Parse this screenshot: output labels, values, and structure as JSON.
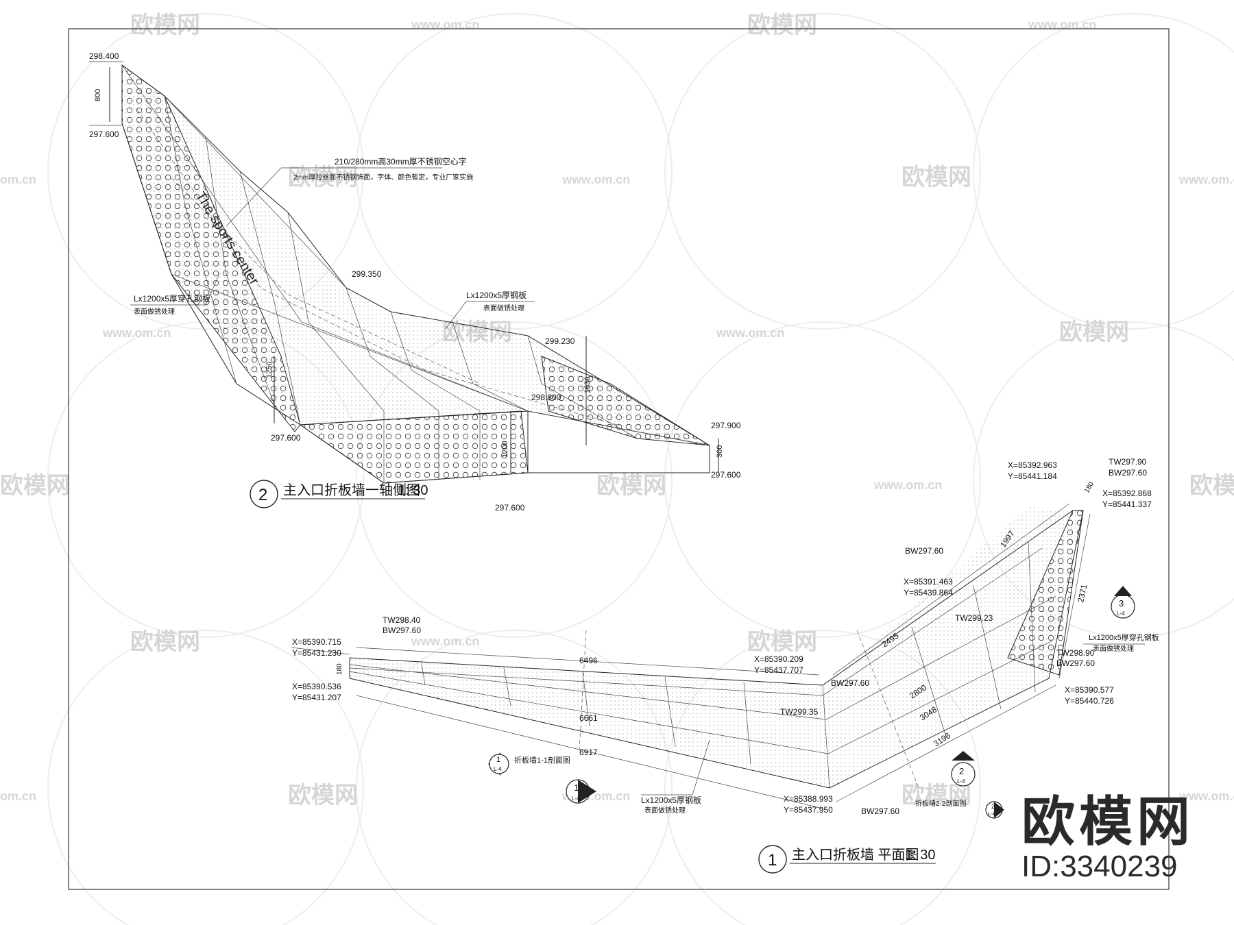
{
  "watermark": {
    "brand_text": "欧模网",
    "url_text": "www.om.cn",
    "url_fragment": "om.cn",
    "brand_fragment": "欧模网"
  },
  "brand_corner": {
    "name": "欧模网",
    "id": "ID:3340239"
  },
  "view_axonometric": {
    "number": "2",
    "title": "主入口折板墙一轴侧图",
    "scale": "1: 30",
    "elevations": {
      "top_left_top": "298.400",
      "top_left_bottom": "297.600",
      "mid_peak": "299.350",
      "right_peak": "299.230",
      "center_low": "298.800",
      "bottom_left": "297.600",
      "bottom_center": "297.600",
      "right_top": "297.900",
      "right_bottom": "297.600"
    },
    "dimensions": {
      "left_height": "800",
      "mid_height": "1250",
      "right_height": "1630",
      "center_height": "1200",
      "end_height": "300"
    },
    "notes": {
      "letters_1": "210/280mm高30mm厚不锈钢空心字",
      "letters_2": "2mm厚拉丝面不锈钢饰面，字体、颜色暂定，专业厂家实施",
      "panel_left_1": "Lx1200x5厚穿孔钢板",
      "panel_left_2": "表面做锈处理",
      "panel_right_1": "Lx1200x5厚钢板",
      "panel_right_2": "表面做锈处理"
    },
    "sign_text": "The sports center"
  },
  "view_plan": {
    "number": "1",
    "title": "主入口折板墙  平面图",
    "scale": "1: 30",
    "coords": {
      "left_top_x": "X=85390.715",
      "left_top_y": "Y=85431.230",
      "left_bot_x": "X=85390.536",
      "left_bot_y": "Y=85431.207",
      "mid_top_x": "X=85390.209",
      "mid_top_y": "Y=85437.707",
      "mid_bot_x": "X=85388.993",
      "mid_bot_y": "Y=85437.950",
      "right_a_x": "X=85392.963",
      "right_a_y": "Y=85441.184",
      "right_b_x": "X=85392.868",
      "right_b_y": "Y=85441.337",
      "bend_x": "X=85391.463",
      "bend_y": "Y=85439.864",
      "right_bot_x": "X=85390.577",
      "right_bot_y": "Y=85440.726"
    },
    "levels": {
      "tw_left": "TW298.40",
      "bw_left": "BW297.60",
      "bw_mid_top": "BW297.60",
      "tw_mid": "TW299.35",
      "bw_mid_bot": "BW297.60",
      "bw_bend": "BW297.60",
      "tw_bend": "TW299.23",
      "tw_right_top": "TW297.90",
      "bw_right_top": "BW297.60",
      "tw_right": "TW298.90",
      "bw_right": "BW297.60"
    },
    "dimensions": {
      "d6496": "6496",
      "d6661": "6661",
      "d6917": "6917",
      "d180": "180",
      "d2495": "2495",
      "d2800": "2800",
      "d3048": "3048",
      "d3196": "3196",
      "d1997": "1997",
      "d2371": "2371",
      "d180b": "180"
    },
    "notes": {
      "panel_1": "Lx1200x5厚钢板",
      "panel_2": "表面做锈处理",
      "perf_1": "Lx1200x5厚穿孔钢板",
      "perf_2": "表面做锈处理",
      "section1": "折板墙1-1剖面图",
      "section2": "折板墙2-2剖面图"
    },
    "markers": {
      "m1": "1",
      "m2": "2",
      "m3": "3",
      "ref": "L-4"
    }
  }
}
